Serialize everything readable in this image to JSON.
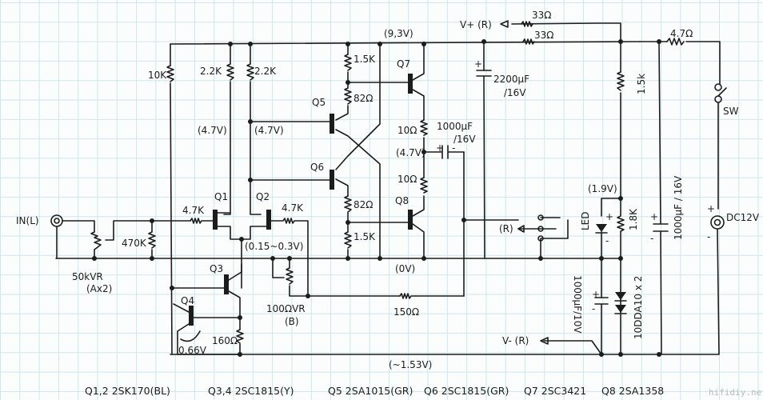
{
  "schematic": {
    "title": "Headphone amplifier schematic (left channel)",
    "input": {
      "label": "IN(L)"
    },
    "volume_pot": {
      "value": "50kVR",
      "note": "(Ax2)"
    },
    "resistors": {
      "r_in_shunt": "470K",
      "r_gate_q1": "4.7K",
      "r_gate_q2": "4.7K",
      "r_10k": "10K",
      "r_drain_q1": "2.2K",
      "r_drain_q2": "2.2K",
      "r_q5_top": "1.5K",
      "r_q5_emitter": "82Ω",
      "r_q6_emitter": "82Ω",
      "r_q6_bottom": "1.5K",
      "r_q7_emitter": "10Ω",
      "r_q8_emitter": "10Ω",
      "r_feedback": "150Ω",
      "r_160": "160Ω",
      "r_vplus_1": "33Ω",
      "r_vplus_2": "33Ω",
      "r_supply": "4.7Ω",
      "r_bias_15k": "1.5k",
      "r_led": "1.8K"
    },
    "trim_pot": {
      "value": "100ΩVR",
      "note": "(B)"
    },
    "capacitors": {
      "c_output": {
        "value": "1000μF",
        "rating": "/16V"
      },
      "c_rail": {
        "value": "2200μF",
        "rating": "/16V"
      },
      "c_supply": {
        "value": "1000μF / 16V"
      },
      "c_neg": {
        "value": "1000μF/10V"
      }
    },
    "transistor_labels": [
      "Q1",
      "Q2",
      "Q3",
      "Q4",
      "Q5",
      "Q6",
      "Q7",
      "Q8"
    ],
    "voltages": {
      "rail": "(9,3V)",
      "q1_drain": "(4.7V)",
      "q5_base": "(4.7V)",
      "output_mid": "(4.7V)",
      "source_node": "(0.15~0.3V)",
      "ground": "(0V)",
      "led_node": "(1.9V)",
      "negative": "(~1.53V)",
      "vbe_q4": "0.66V"
    },
    "connections": {
      "vplus": "V+ (R)",
      "vminus": "V- (R)",
      "right_out": "(R)"
    },
    "led": {
      "label": "LED",
      "plus": "+",
      "minus": "-"
    },
    "diodes": {
      "label": "10DDA10 x 2"
    },
    "switch": {
      "label": "SW"
    },
    "power_input": {
      "label": "DC12V",
      "plus": "+",
      "minus": "-"
    },
    "polarity": {
      "plus": "+",
      "minus": "-"
    }
  },
  "parts_list": [
    "Q1,2  2SK170(BL)",
    "Q3,4  2SC1815(Y)",
    "Q5 2SA1015(GR)",
    "Q6  2SC1815(GR)",
    "Q7 2SC3421",
    "Q8 2SA1358"
  ],
  "watermark": "hifidiy.net"
}
